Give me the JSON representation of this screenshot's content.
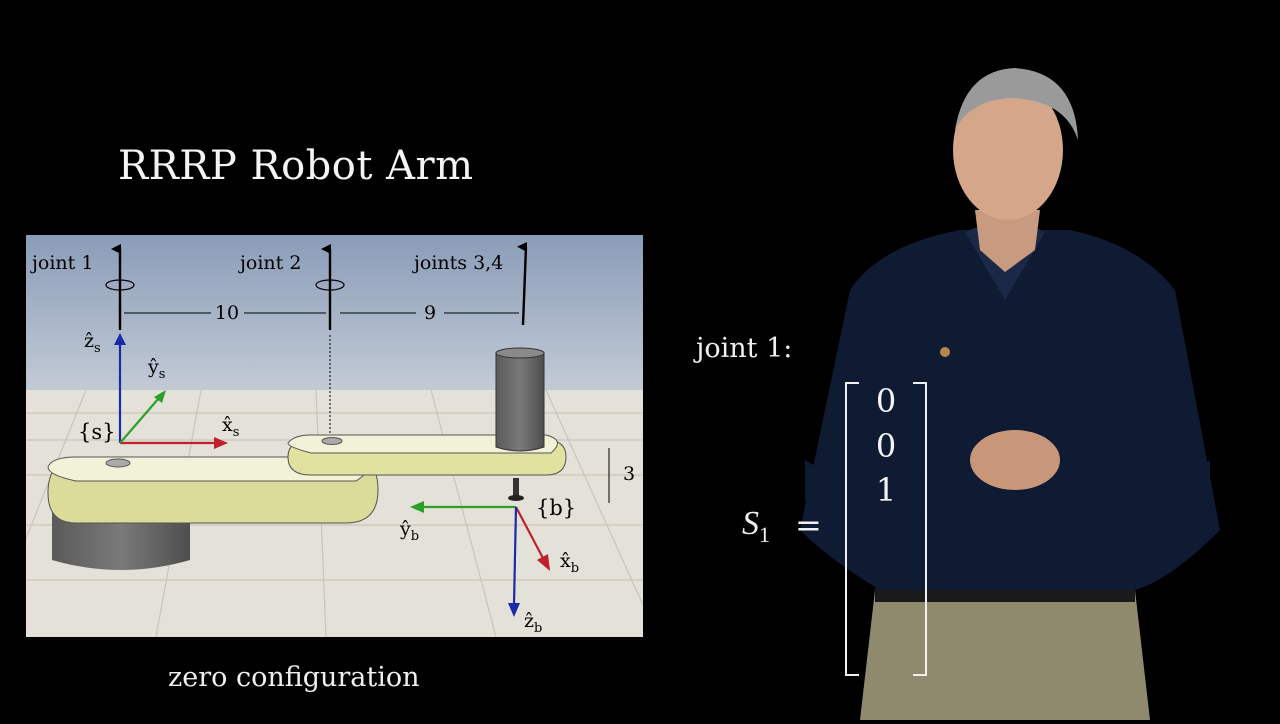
{
  "slide": {
    "title": "RRRP Robot Arm",
    "caption": "zero configuration",
    "joint_label": "joint 1:",
    "screw_symbol": "S",
    "screw_subscript": "1",
    "equals": "=",
    "screw_vector": [
      "0",
      "0",
      "1"
    ]
  },
  "figure": {
    "joint_labels": [
      "joint 1",
      "joint 2",
      "joints 3,4"
    ],
    "distance_1": "10",
    "distance_2": "9",
    "height": "3",
    "frame_s": "{s}",
    "frame_b": "{b}",
    "axis_labels": {
      "zs": "ẑ",
      "ys": "ŷ",
      "xs": "x̂",
      "yb": "ŷ",
      "xb": "x̂",
      "zb": "ẑ",
      "s_sub": "s",
      "b_sub": "b"
    }
  },
  "colors": {
    "background": "#000000",
    "arm_link": "#eeeebb",
    "arm_side": "#dcdc9a",
    "axis_x": "#c0202a",
    "axis_y": "#2aa02a",
    "axis_z": "#1a2aa8"
  }
}
